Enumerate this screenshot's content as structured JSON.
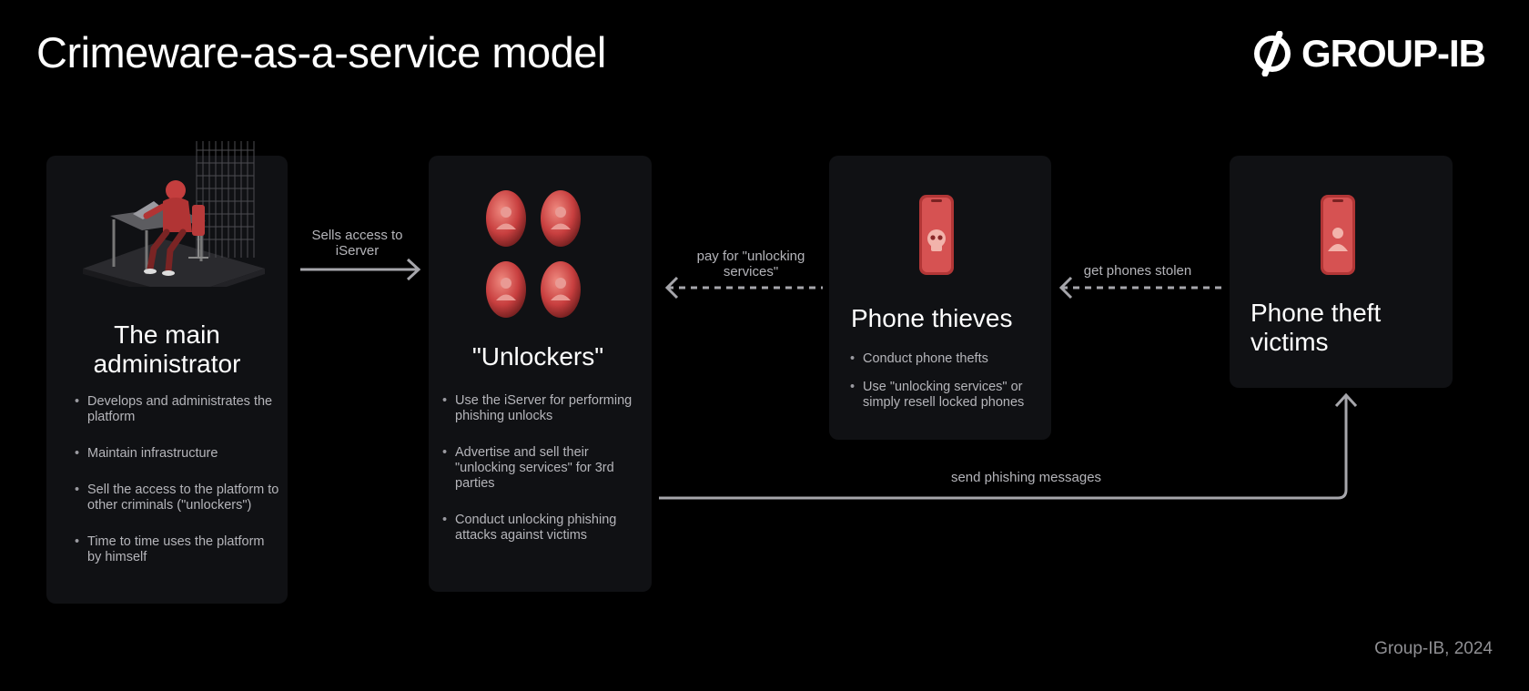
{
  "page": {
    "title": "Crimeware-as-a-service model",
    "logo_text": "GROUP-IB",
    "footer": "Group-IB, 2024"
  },
  "cards": {
    "admin": {
      "title": "The main administrator",
      "bullets": [
        "Develops and administrates the platform",
        "Maintain infrastructure",
        "Sell the access to the platform to other criminals (\"unlockers\")",
        "Time to time uses the platform by himself"
      ]
    },
    "unlockers": {
      "title": "\"Unlockers\"",
      "bullets": [
        "Use the iServer for performing phishing unlocks",
        "Advertise and sell their \"unlocking services\" for 3rd parties",
        "Conduct unlocking phishing attacks against victims"
      ]
    },
    "thieves": {
      "title": "Phone thieves",
      "bullets": [
        "Conduct phone thefts",
        "Use \"unlocking services\" or simply resell locked phones"
      ]
    },
    "victims": {
      "title": "Phone theft victims"
    }
  },
  "arrows": {
    "sells_access": "Sells access to iServer",
    "pay_for_unlocking": "pay for \"unlocking services\"",
    "get_phones_stolen": "get phones stolen",
    "send_phishing": "send phishing messages"
  },
  "icons": {
    "hacker": "hacker-at-desk-icon",
    "unlocker_avatars": [
      "user-token-icon",
      "user-token-icon",
      "user-token-icon",
      "user-token-icon"
    ],
    "thief_phone": "skull-phone-icon",
    "victim_phone": "user-phone-icon"
  },
  "colors": {
    "background": "#000000",
    "card": "#101114",
    "accent_red": "#d04a4a",
    "muted_text": "#b5b5ba"
  }
}
